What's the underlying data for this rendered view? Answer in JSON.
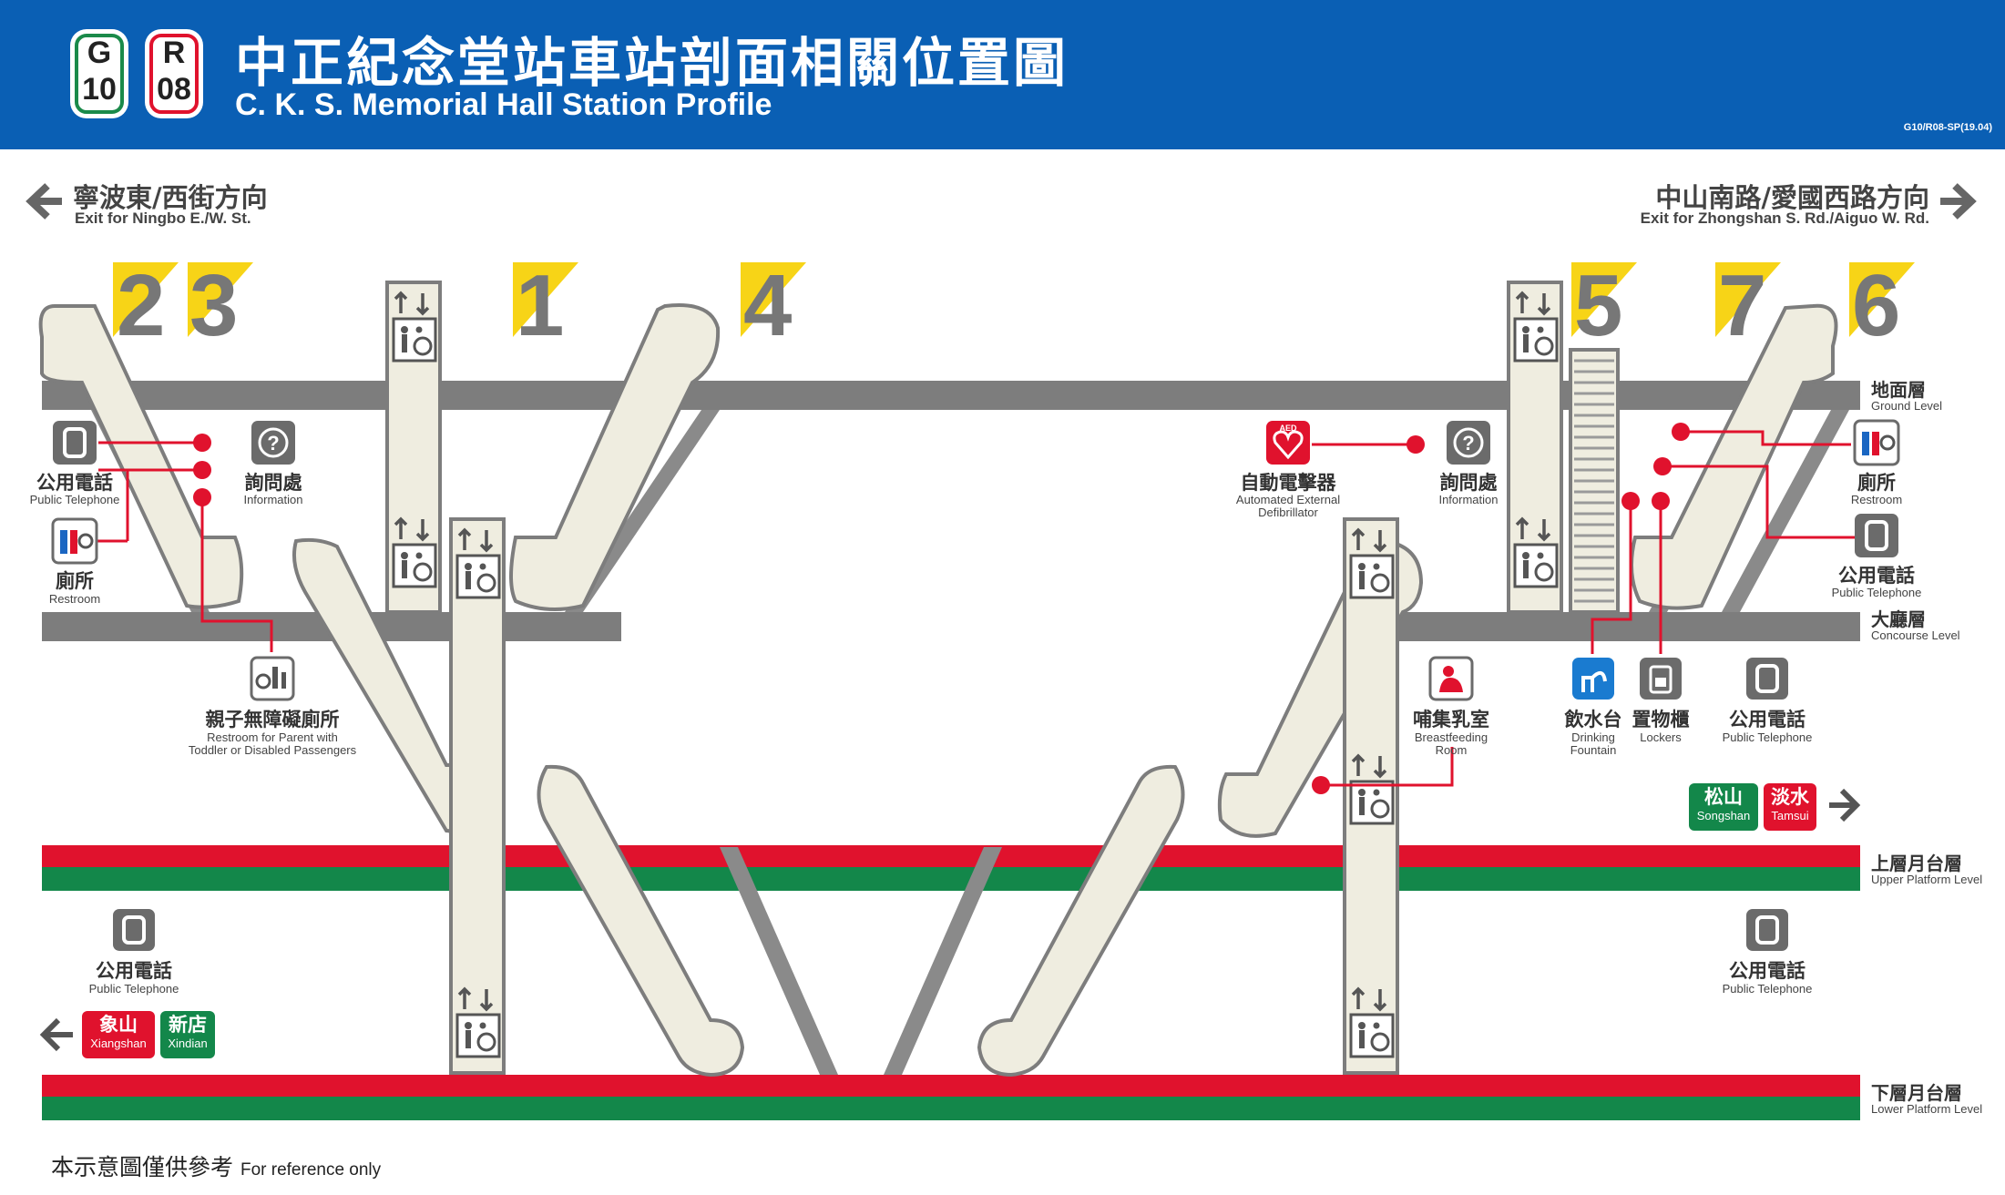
{
  "header": {
    "badges": [
      {
        "top": "G",
        "bottom": "10"
      },
      {
        "top": "R",
        "bottom": "08"
      }
    ],
    "title_zh": "中正紀念堂站車站剖面相關位置圖",
    "title_en": "C. K. S. Memorial Hall Station Profile",
    "code": "G10/R08-SP(19.04)"
  },
  "directions": {
    "left": {
      "zh": "寧波東/西街方向",
      "en": "Exit for Ningbo E./W. St."
    },
    "right": {
      "zh": "中山南路/愛國西路方向",
      "en": "Exit for Zhongshan S. Rd./Aiguo W. Rd."
    }
  },
  "exits": [
    "2",
    "3",
    "1",
    "4",
    "5",
    "7",
    "6"
  ],
  "levels": {
    "ground": {
      "zh": "地面層",
      "en": "Ground Level"
    },
    "concourse": {
      "zh": "大廳層",
      "en": "Concourse Level"
    },
    "upper": {
      "zh": "上層月台層",
      "en": "Upper Platform Level"
    },
    "lower": {
      "zh": "下層月台層",
      "en": "Lower Platform Level"
    }
  },
  "facilities": {
    "phone_left": {
      "zh": "公用電話",
      "en": "Public Telephone"
    },
    "restroom_left": {
      "zh": "廁所",
      "en": "Restroom"
    },
    "info_left": {
      "zh": "詢問處",
      "en": "Information"
    },
    "family_restroom": {
      "zh": "親子無障礙廁所",
      "en1": "Restroom for Parent with",
      "en2": "Toddler or Disabled Passengers"
    },
    "aed": {
      "zh": "自動電擊器",
      "en1": "Automated External",
      "en2": "Defibrillator",
      "icon_text": "AED"
    },
    "info_right": {
      "zh": "詢問處",
      "en": "Information"
    },
    "restroom_right": {
      "zh": "廁所",
      "en": "Restroom"
    },
    "phone_right_ground": {
      "zh": "公用電話",
      "en": "Public Telephone"
    },
    "breastfeeding": {
      "zh": "哺集乳室",
      "en1": "Breastfeeding",
      "en2": "Room"
    },
    "fountain": {
      "zh": "飲水台",
      "en1": "Drinking",
      "en2": "Fountain"
    },
    "lockers": {
      "zh": "置物櫃",
      "en": "Lockers"
    },
    "phone_right_concourse": {
      "zh": "公用電話",
      "en": "Public Telephone"
    },
    "phone_lower_left": {
      "zh": "公用電話",
      "en": "Public Telephone"
    },
    "phone_lower_right": {
      "zh": "公用電話",
      "en": "Public Telephone"
    }
  },
  "destinations": {
    "upper": [
      {
        "zh": "松山",
        "en": "Songshan",
        "color": "#13874a"
      },
      {
        "zh": "淡水",
        "en": "Tamsui",
        "color": "#e0122d"
      }
    ],
    "lower": [
      {
        "zh": "象山",
        "en": "Xiangshan",
        "color": "#e0122d"
      },
      {
        "zh": "新店",
        "en": "Xindian",
        "color": "#13874a"
      }
    ]
  },
  "colors": {
    "header": "#0a5fb4",
    "red_line": "#e0122d",
    "green_line": "#13874a",
    "exit_flag": "#f7d417",
    "floor": "#7d7d7d",
    "stair_fill": "#efede0"
  },
  "note": {
    "zh": "本示意圖僅供參考",
    "en": "For reference only"
  }
}
